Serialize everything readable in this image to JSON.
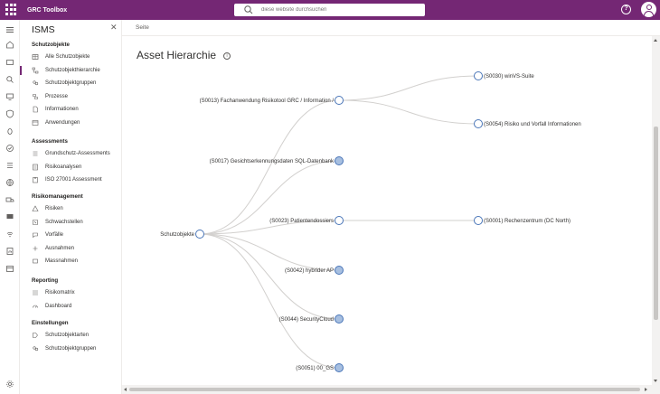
{
  "header": {
    "app_title": "GRC Toolbox",
    "search_placeholder": "diese website durchsuchen",
    "help_label": "?"
  },
  "nav": {
    "title": "ISMS",
    "close_label": "✕",
    "sections": [
      {
        "heading": "Schutzobjekte",
        "items": [
          {
            "label": "Alle Schutzobjekte",
            "icon": "table-icon"
          },
          {
            "label": "Schutzobjekthierarchie",
            "icon": "hierarchy-icon",
            "active": true
          },
          {
            "label": "Schutzobjektgruppen",
            "icon": "group-icon"
          },
          {
            "label": "Prozesse",
            "icon": "process-icon"
          },
          {
            "label": "Informationen",
            "icon": "document-icon"
          },
          {
            "label": "Anwendungen",
            "icon": "app-window-icon"
          }
        ]
      },
      {
        "heading": "Assessments",
        "items": [
          {
            "label": "Grundschutz-Assessments",
            "icon": "checklist-icon"
          },
          {
            "label": "Risikoanalysen",
            "icon": "analysis-icon"
          },
          {
            "label": "ISO 27001 Assessment",
            "icon": "clipboard-icon"
          }
        ]
      },
      {
        "heading": "Risikomanagement",
        "items": [
          {
            "label": "Risiken",
            "icon": "risk-icon"
          },
          {
            "label": "Schwachstellen",
            "icon": "weakness-icon"
          },
          {
            "label": "Vorfälle",
            "icon": "incident-icon"
          },
          {
            "label": "Ausnahmen",
            "icon": "exception-icon"
          },
          {
            "label": "Massnahmen",
            "icon": "measures-icon"
          }
        ]
      },
      {
        "heading": "Reporting",
        "items": [
          {
            "label": "Risikomatrix",
            "icon": "matrix-icon"
          },
          {
            "label": "Dashboard",
            "icon": "dashboard-icon"
          }
        ]
      },
      {
        "heading": "Einstellungen",
        "items": [
          {
            "label": "Schutzobjektarten",
            "icon": "tag-icon"
          },
          {
            "label": "Schutzobjektgruppen",
            "icon": "group-icon"
          }
        ]
      }
    ]
  },
  "breadcrumb": {
    "label": "Seite"
  },
  "page": {
    "title": "Asset Hierarchie",
    "info_label": "i"
  },
  "tree": {
    "root": "Schutzobjekte",
    "level1": [
      "(S0013) Fachanwendung Risikotool GRC / Information /",
      "(S0017) Gesichtserkennungsdaten SQL-Datenbank",
      "(S0023) Patientendossiers",
      "(S0042) hybrider AP",
      "(S0044) SecurityCloud",
      "(S0051) 00_GS"
    ],
    "level2": [
      {
        "parent": 0,
        "label": "(S0030) winVS-Suite"
      },
      {
        "parent": 0,
        "label": "(S0054) Risiko und Vorfall Informationen"
      },
      {
        "parent": 2,
        "label": "(S0001) Rechenzentrum (DC North)"
      }
    ],
    "colors": {
      "link": "#d2d0ce",
      "node_stroke": "#4a76b8",
      "collapsed_fill": "#a7bfe0",
      "expanded_fill": "#ffffff"
    }
  }
}
